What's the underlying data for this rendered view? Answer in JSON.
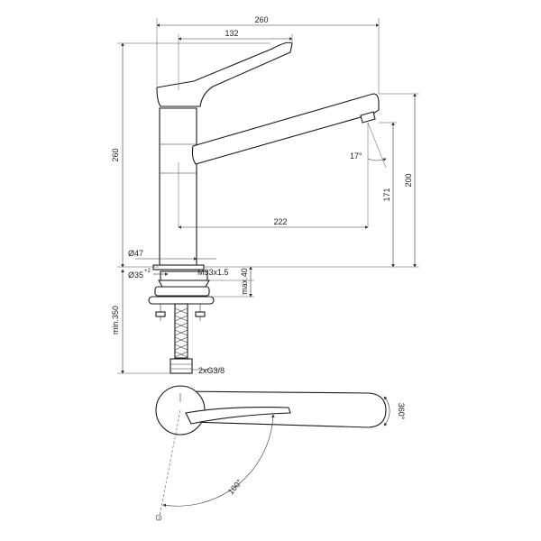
{
  "dimensions": {
    "overall_width": "260",
    "lever_reach": "132",
    "overall_height": "260",
    "spout_height": "200",
    "outlet_height": "171",
    "spout_reach": "222",
    "spout_angle": "17°",
    "body_diameter": "Ø47",
    "hole_diameter": "Ø35",
    "hole_tolerance": "+2",
    "thread": "M33x1.5",
    "max_deck": "max.40",
    "min_hose": "min.350",
    "hose_connection": "2xG3/8",
    "swivel_angle": "100°",
    "lever_rotation": "360°"
  },
  "colors": {
    "line": "#1a1a1a",
    "dimension": "#333333",
    "background": "#ffffff"
  }
}
